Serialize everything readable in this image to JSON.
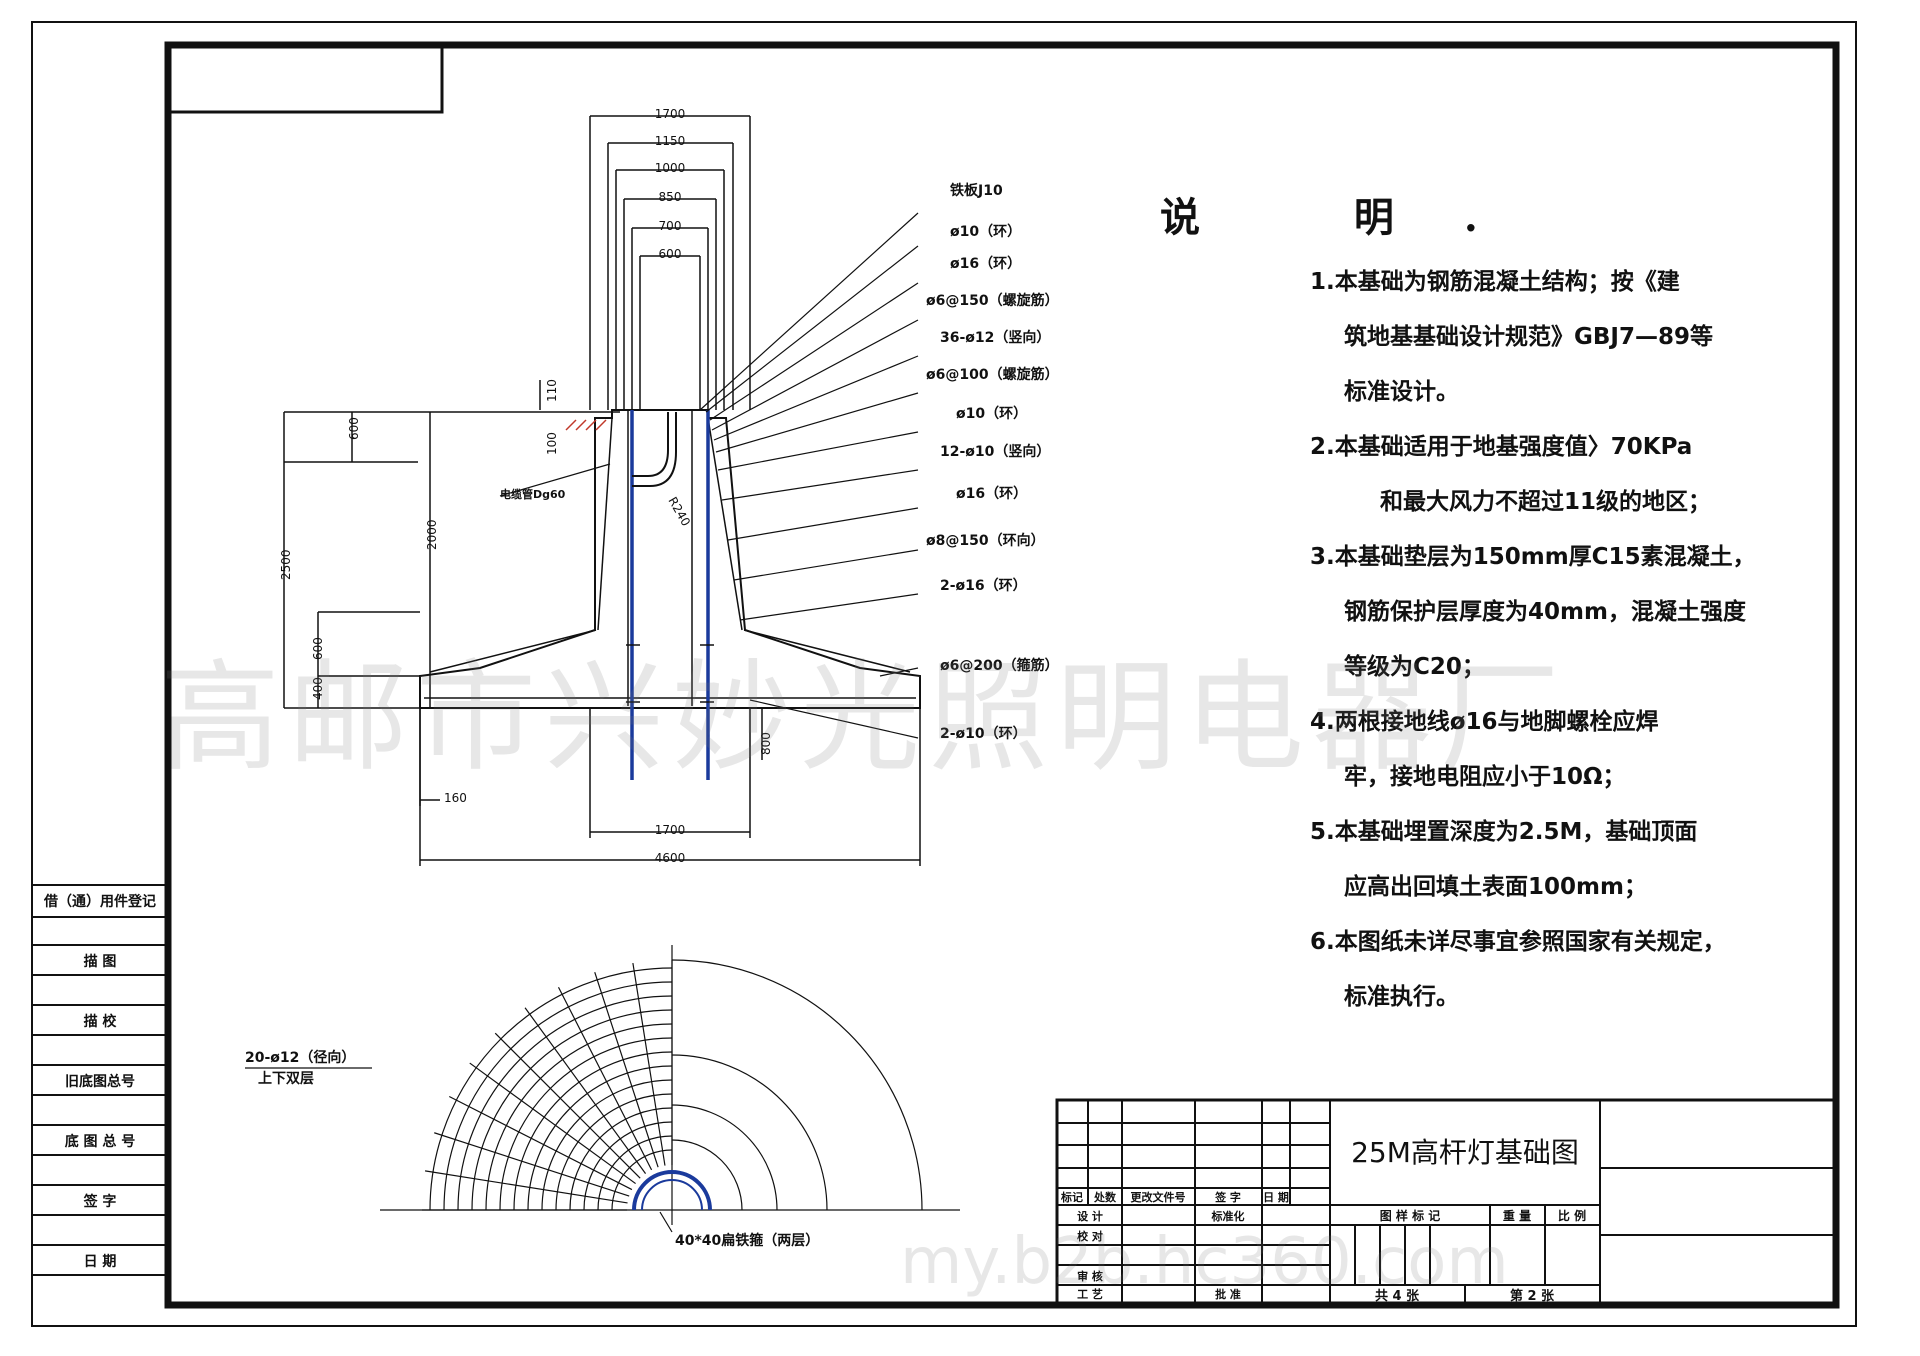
{
  "notes": {
    "title": "说 明.",
    "lines": [
      "1.本基础为钢筋混凝土结构；按《建",
      "筑地基基础设计规范》GBJ7—89等",
      "标准设计。",
      "2.本基础适用于地基强度值〉70KPa",
      "和最大风力不超过11级的地区；",
      "3.本基础垫层为150mm厚C15素混凝土，",
      "钢筋保护层厚度为40mm，混凝土强度",
      "等级为C20；",
      "4.两根接地线ø16与地脚螺栓应焊",
      "牢，接地电阻应小于10Ω；",
      "5.本基础埋置深度为2.5M，基础顶面",
      "应高出回填土表面100mm；",
      "6.本图纸未详尽事宜参照国家有关规定，",
      "标准执行。"
    ]
  },
  "section": {
    "top_dims": [
      "1700",
      "1150",
      "1000",
      "850",
      "700",
      "600"
    ],
    "left_dims": [
      "600",
      "2000",
      "2500",
      "600",
      "400",
      "110",
      "100"
    ],
    "bottom_dims": [
      "1700",
      "4600",
      "160",
      "800"
    ],
    "callouts": [
      "铁板J10",
      "ø10（环）",
      "ø16（环）",
      "ø6@150（螺旋筋）",
      "36-ø12（竖向）",
      "ø6@100（螺旋筋）",
      "ø10（环）",
      "12-ø10（竖向）",
      "ø16（环）",
      "ø8@150（环向）",
      "2-ø16（环）",
      "ø6@200（箍筋）",
      "2-ø10（环）"
    ],
    "conduit_label": "电缆管Dg60",
    "radius_label": "R240"
  },
  "plan": {
    "radial_label": "20-ø12（径向）",
    "radial_sub": "上下双层",
    "mesh_label": "40*40扁铁箍（两层）"
  },
  "side_table": [
    "借（通）用件登记",
    "描 图",
    "描 校",
    "旧底图总号",
    "底 图 总 号",
    "签 字",
    "日 期"
  ],
  "title_block": {
    "drawing_title": "25M高杆灯基础图",
    "row_headers": [
      "标记",
      "处数",
      "更改文件号",
      "签 字",
      "日 期"
    ],
    "roles": [
      "设 计",
      "校 对",
      "审 核",
      "工 艺"
    ],
    "standardization": "标准化",
    "approval": "批 准",
    "cols": [
      "图 样 标 记",
      "重 量",
      "比 例"
    ],
    "sheets_total": "共 4 张",
    "sheet_no": "第 2 张"
  },
  "watermark": {
    "company": "高邮市兴妙光照明电器厂",
    "url": "my.b2b.hc360.com"
  },
  "colors": {
    "rebar": "#1a3a9c",
    "line": "#111111"
  }
}
